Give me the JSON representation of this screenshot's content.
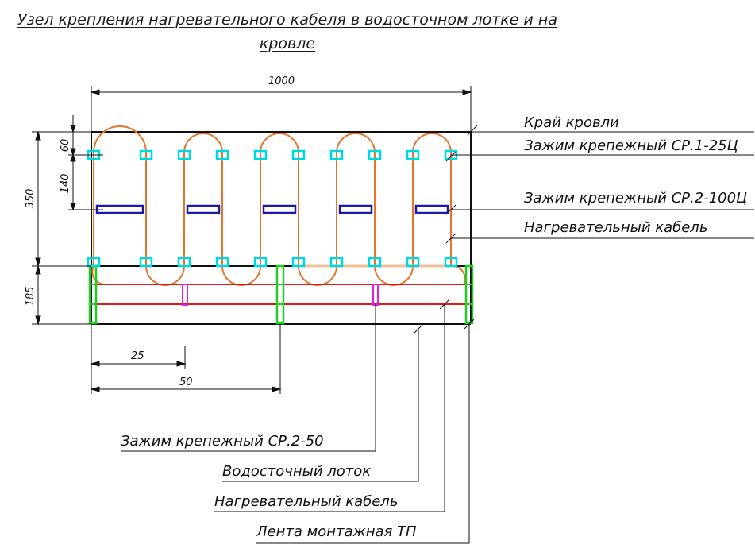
{
  "title": {
    "line1": "Узел крепления нагревательного кабеля в водосточном лотке и на",
    "line2": "кровле"
  },
  "dimensions": {
    "total_width": "1000",
    "roof_height": "350",
    "clip_offset_top": "60",
    "clip_spacing": "140",
    "gutter_height": "185",
    "clip_spacing_gutter": "25",
    "tape_spacing": "50"
  },
  "labels_right": {
    "roof_edge": "Край кровли",
    "clip_cp1": "Зажим крепежный СР.1-25Ц",
    "clip_cp2_100": "Зажим крепежный СР.2-100Ц",
    "heating_cable": "Нагревательный кабель"
  },
  "labels_bottom": {
    "clip_cp2_50": "Зажим крепежный СР.2-50",
    "gutter": "Водосточный лоток",
    "heating_cable": "Нагревательный кабель",
    "mounting_tape": "Лента монтажная ТП"
  },
  "colors": {
    "cable": "#e8742c",
    "clip_small": "#00d8e0",
    "clip_long": "#1a1aa8",
    "gutter_cable": "#e01818",
    "gutter_clip": "#e020e0",
    "tape": "#22cc22",
    "outline": "#111111"
  }
}
